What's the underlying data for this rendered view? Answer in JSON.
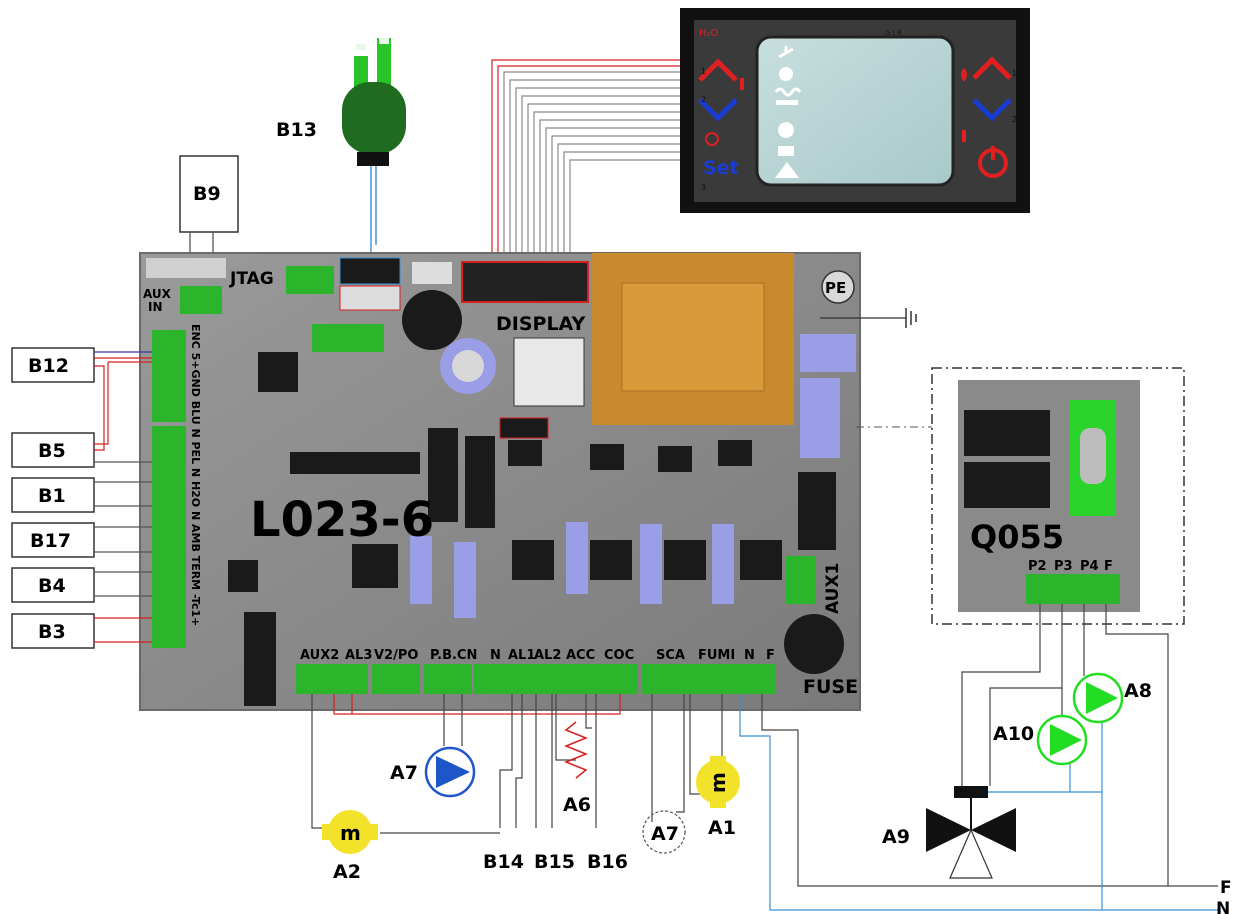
{
  "board": {
    "name": "L023-6",
    "jtag": "JTAG",
    "display": "DISPLAY",
    "pe": "PE",
    "aux1": "AUX1",
    "fuse": "FUSE",
    "aux_in": [
      "AUX",
      "IN"
    ],
    "left_vertical": "ENC 5+GND BLU N PEL N H2O N AMB TERM -Tc1+",
    "bottom_pins": [
      "AUX2",
      "AL3",
      "V2/PO",
      "P.B.CN",
      "N",
      "AL1",
      "AL2",
      "ACC",
      "COC",
      "SCA",
      "FUMI",
      "N",
      "F"
    ]
  },
  "module": {
    "name": "Q055",
    "pins": [
      "P2",
      "P3",
      "P4",
      "F"
    ]
  },
  "display_panel": {
    "set": "Set",
    "h2o": "H₂O",
    "top_marks": "G  I  R",
    "side_numbers": [
      "1",
      "2",
      "3",
      "1",
      "2"
    ]
  },
  "sensors": {
    "b13": "B13",
    "b9": "B9",
    "left": [
      "B12",
      "B5",
      "B1",
      "B17",
      "B4",
      "B3"
    ]
  },
  "actuators": {
    "a7": "A7",
    "a6": "A6",
    "a2": "A2",
    "a7_circle": "A7",
    "a1": "A1",
    "a8": "A8",
    "a10": "A10",
    "a9": "A9"
  },
  "motor_glyphs": {
    "a2": "m",
    "a1": "m"
  },
  "bottom_sensors": [
    "B14",
    "B15",
    "B16"
  ],
  "mains": [
    "F",
    "N"
  ],
  "colors": {
    "board": "#8c8c8c",
    "terminal_green": "#2bb52b",
    "red_wire": "#d62020",
    "blue_wire": "#3a8fd6",
    "transformer": "#c98a2e",
    "capacitor_blue": "#9a9ee6",
    "pump_blue": "#1e55c8",
    "pump_green": "#22dd22",
    "motor_yellow": "#f2e22a"
  }
}
